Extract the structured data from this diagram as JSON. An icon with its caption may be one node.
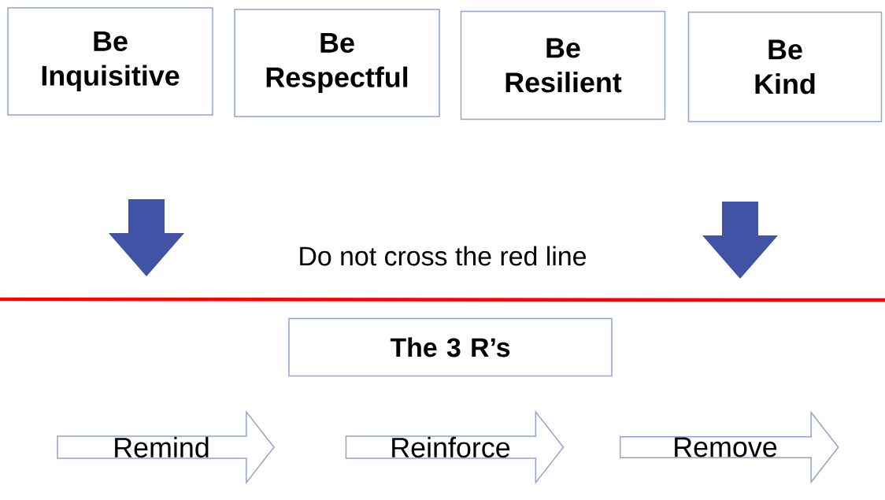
{
  "diagram": {
    "nodes": [
      {
        "text": [
          "Be Inquisitive"
        ]
      },
      {
        "text": [
          "Be Respectful"
        ]
      },
      {
        "text": [
          "Be Resilient"
        ]
      },
      {
        "text": [
          "Be Kind"
        ]
      },
      {
        "text": [
          "The 3 R’s"
        ]
      },
      {
        "text": [
          "Remind"
        ]
      },
      {
        "text": [
          "Reinforce"
        ]
      },
      {
        "text": [
          "Remove"
        ]
      }
    ],
    "labels": [
      "Do not cross the red line"
    ]
  }
}
